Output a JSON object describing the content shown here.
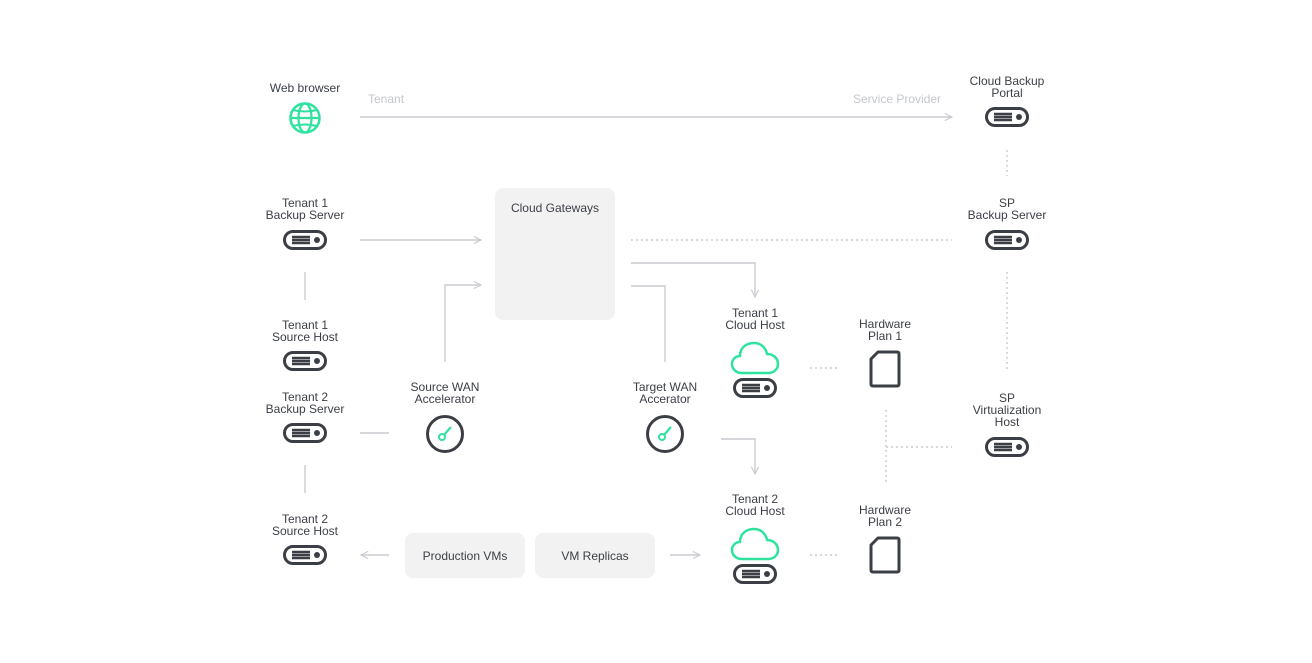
{
  "colors": {
    "accent": "#2ee39d",
    "icon_dark": "#3b3f45",
    "line": "#c9ccd0",
    "box_bg": "#f2f2f2"
  },
  "zones": {
    "tenant": "Tenant",
    "service_provider": "Service Provider"
  },
  "nodes": {
    "web_browser": {
      "label": "Web browser",
      "icon": "globe-icon"
    },
    "cloud_backup_portal": {
      "line1": "Cloud Backup",
      "line2": "Portal",
      "icon": "server-icon"
    },
    "tenant1_backup_server": {
      "line1": "Tenant 1",
      "line2": "Backup Server",
      "icon": "server-icon"
    },
    "tenant1_source_host": {
      "line1": "Tenant 1",
      "line2": "Source Host",
      "icon": "server-icon"
    },
    "tenant2_backup_server": {
      "line1": "Tenant 2",
      "line2": "Backup Server",
      "icon": "server-icon"
    },
    "tenant2_source_host": {
      "line1": "Tenant 2",
      "line2": "Source Host",
      "icon": "server-icon"
    },
    "cloud_gateways": {
      "label": "Cloud Gateways",
      "icon": "cloud-gateway-icon"
    },
    "source_wan": {
      "line1": "Source WAN",
      "line2": "Accelerator",
      "icon": "gauge-icon"
    },
    "target_wan": {
      "line1": "Target WAN",
      "line2": "Accerator",
      "icon": "gauge-icon"
    },
    "tenant1_cloud_host": {
      "line1": "Tenant 1",
      "line2": "Cloud Host",
      "icon": "cloud-host-icon"
    },
    "tenant2_cloud_host": {
      "line1": "Tenant 2",
      "line2": "Cloud Host",
      "icon": "cloud-host-icon"
    },
    "hardware_plan1": {
      "line1": "Hardware",
      "line2": "Plan 1",
      "icon": "document-icon"
    },
    "hardware_plan2": {
      "line1": "Hardware",
      "line2": "Plan 2",
      "icon": "document-icon"
    },
    "sp_backup_server": {
      "line1": "SP",
      "line2": "Backup Server",
      "icon": "server-icon"
    },
    "sp_virtualization_host": {
      "line1": "SP",
      "line2": "Virtualization",
      "line3": "Host",
      "icon": "server-icon"
    },
    "production_vms": {
      "label": "Production VMs"
    },
    "vm_replicas": {
      "label": "VM Replicas"
    }
  }
}
